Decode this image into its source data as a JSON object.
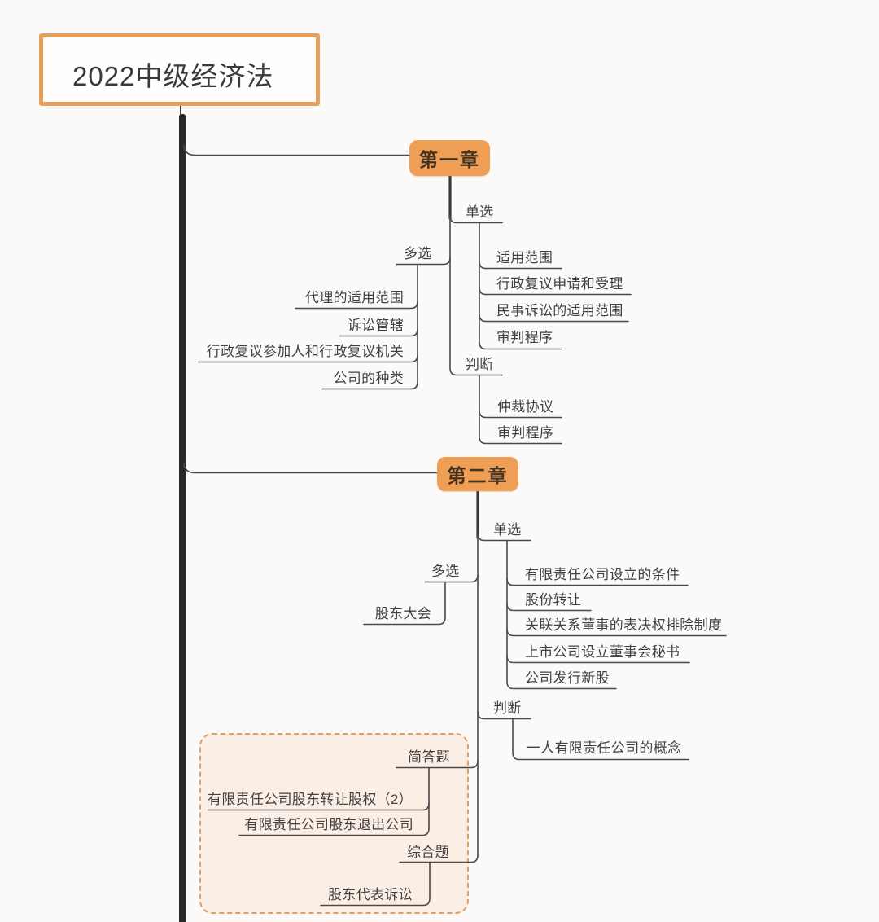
{
  "root": {
    "title": "2022中级经济法"
  },
  "colors": {
    "chapter_box_fill": "#ef9f55",
    "root_border": "#e4a15e",
    "branch_line": "#4a4a4a",
    "trunk": "#2b2927",
    "panel_background": "#fbeee5",
    "panel_border": "#db9f6b",
    "text": "#414141"
  },
  "chapters": [
    {
      "label": "第一章",
      "branches": [
        {
          "label": "单选",
          "items": [
            "适用范围",
            "行政复议申请和受理",
            "民事诉讼的适用范围",
            "审判程序"
          ]
        },
        {
          "label": "多选",
          "items": [
            "代理的适用范围",
            "诉讼管辖",
            "行政复议参加人和行政复议机关",
            "公司的种类"
          ]
        },
        {
          "label": "判断",
          "items": [
            "仲裁协议",
            "审判程序"
          ]
        }
      ]
    },
    {
      "label": "第二章",
      "branches": [
        {
          "label": "单选",
          "items": [
            "有限责任公司设立的条件",
            "股份转让",
            "关联关系董事的表决权排除制度",
            "上市公司设立董事会秘书",
            "公司发行新股"
          ]
        },
        {
          "label": "多选",
          "items": [
            "股东大会"
          ]
        },
        {
          "label": "判断",
          "items": [
            "一人有限责任公司的概念"
          ]
        },
        {
          "label": "简答题",
          "items": [
            "有限责任公司股东转让股权（2）",
            "有限责任公司股东退出公司"
          ]
        },
        {
          "label": "综合题",
          "items": [
            "股东代表诉讼"
          ]
        }
      ]
    }
  ]
}
